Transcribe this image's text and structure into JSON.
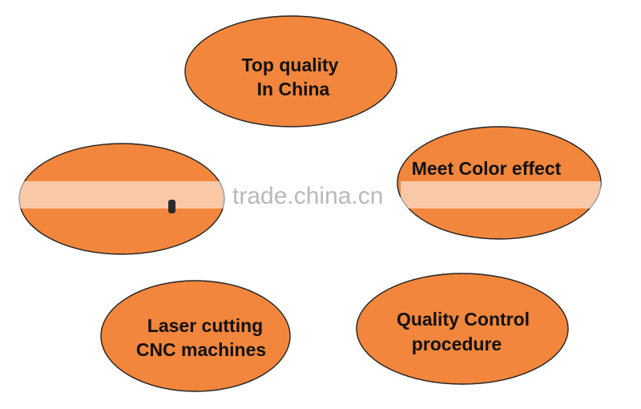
{
  "colors": {
    "bubble_fill": "#f2863c",
    "bubble_stroke": "#222222",
    "text": "#111111",
    "watermark": "#b9b9b9"
  },
  "bubbles": [
    {
      "lines": [
        "Top quality",
        "In China"
      ]
    },
    {
      "lines": [
        ""
      ]
    },
    {
      "lines": [
        "Meet Color effect"
      ]
    },
    {
      "lines": [
        "Laser cutting",
        "CNC machines"
      ]
    },
    {
      "lines": [
        "Quality Control",
        "procedure"
      ]
    }
  ],
  "watermark": {
    "text": "trade.china.cn"
  }
}
